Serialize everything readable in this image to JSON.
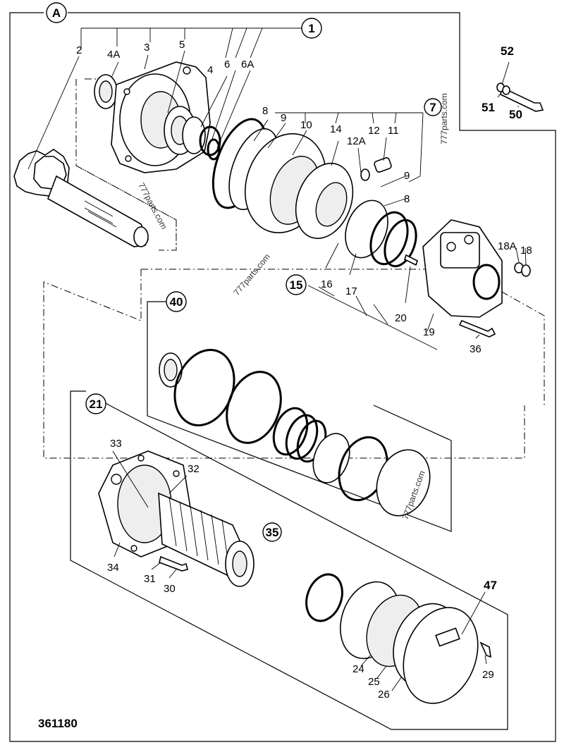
{
  "drawing_number": "361180",
  "callouts": {
    "A": "A",
    "c1": "1",
    "c7": "7",
    "c15": "15",
    "c21": "21",
    "c35": "35",
    "c40": "40"
  },
  "labels": {
    "p2": "2",
    "p4A": "4A",
    "p3": "3",
    "p5": "5",
    "p4": "4",
    "p6": "6",
    "p6A": "6A",
    "p8a": "8",
    "p9a": "9",
    "p10": "10",
    "p14": "14",
    "p12": "12",
    "p12A": "12A",
    "p11": "11",
    "p9b": "9",
    "p8b": "8",
    "p16": "16",
    "p17": "17",
    "p20": "20",
    "p19": "19",
    "p18A": "18A",
    "p18": "18",
    "p36": "36",
    "p52": "52",
    "p51": "51",
    "p50": "50",
    "p33": "33",
    "p32": "32",
    "p34": "34",
    "p31": "31",
    "p30": "30",
    "p47": "47",
    "p29": "29",
    "p24": "24",
    "p25": "25",
    "p26": "26"
  },
  "watermarks": {
    "w1": "777parts.com",
    "w2": "777parts.com",
    "w3": "777parts.com",
    "w4": "777parts.com"
  }
}
